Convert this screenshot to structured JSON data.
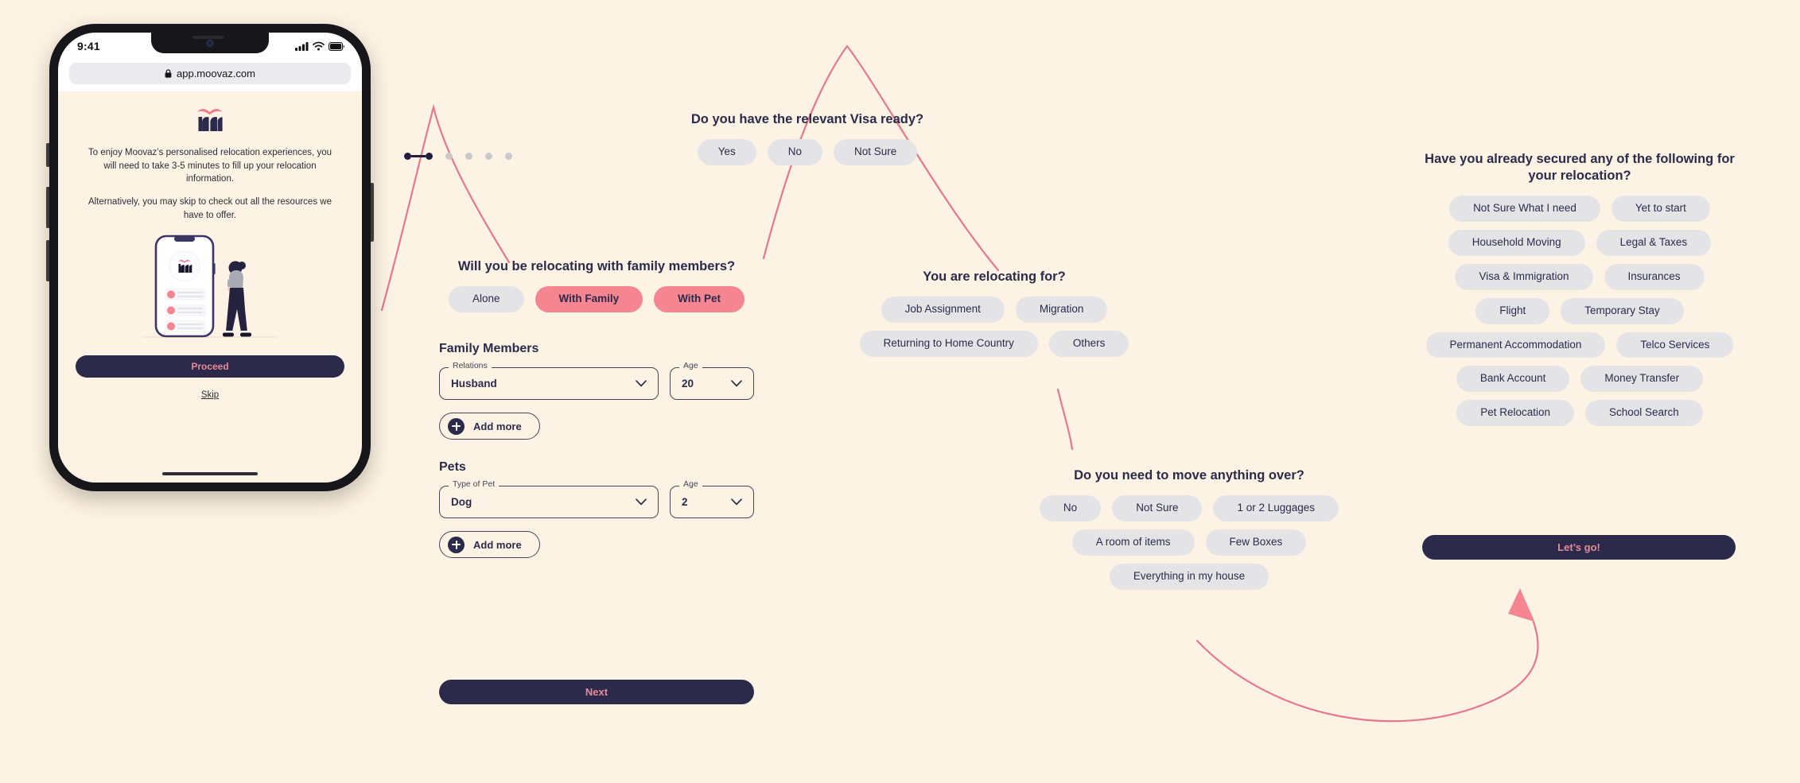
{
  "theme": {
    "background": "#FDF3E4",
    "navy": "#2C2A4A",
    "pink": "#F58691",
    "pink_text": "#E8899A",
    "chip_grey": "#E4E4E7",
    "curve_stroke": "#E8778A"
  },
  "phone": {
    "status": {
      "time": "9:41",
      "signal_icon": "cellular-bars-icon",
      "wifi_icon": "wifi-icon",
      "battery_icon": "battery-icon"
    },
    "browser": {
      "lock_icon": "lock-icon",
      "url": "app.moovaz.com"
    },
    "logo_alt": "moovaz-logo",
    "intro_paragraph_1": "To enjoy Moovaz’s personalised relocation experiences, you will need to take 3-5 minutes to fill up your relocation information.",
    "intro_paragraph_2": "Alternatively, you may skip to check out all the resources we have to offer.",
    "illustration_alt": "woman-with-phone-illustration",
    "proceed_label": "Proceed",
    "skip_label": "Skip"
  },
  "stepper": {
    "total": 6,
    "active_index": 1,
    "dots": [
      {
        "state": "active"
      },
      {
        "state": "active"
      },
      {
        "state": "inactive"
      },
      {
        "state": "inactive"
      },
      {
        "state": "inactive"
      },
      {
        "state": "inactive"
      }
    ]
  },
  "questions": {
    "visa": {
      "title": "Do you have the relevant Visa ready?",
      "options": [
        {
          "label": "Yes",
          "selected": false
        },
        {
          "label": "No",
          "selected": false
        },
        {
          "label": "Not Sure",
          "selected": false
        }
      ]
    },
    "family": {
      "title": "Will you be relocating with family members?",
      "options": [
        {
          "label": "Alone",
          "selected": false
        },
        {
          "label": "With Family",
          "selected": true
        },
        {
          "label": "With Pet",
          "selected": true
        }
      ]
    },
    "purpose": {
      "title": "You are relocating for?",
      "options": [
        {
          "label": "Job Assignment",
          "selected": false
        },
        {
          "label": "Migration",
          "selected": false
        },
        {
          "label": "Returning to Home Country",
          "selected": false
        },
        {
          "label": "Others",
          "selected": false
        }
      ]
    },
    "move": {
      "title": "Do you need to move anything over?",
      "options": [
        {
          "label": "No",
          "selected": false
        },
        {
          "label": "Not Sure",
          "selected": false
        },
        {
          "label": "1 or 2 Luggages",
          "selected": false
        },
        {
          "label": "A room of items",
          "selected": false
        },
        {
          "label": "Few Boxes",
          "selected": false
        },
        {
          "label": "Everything in my house",
          "selected": false
        }
      ]
    },
    "secured": {
      "title": "Have you already secured any of the following for your relocation?",
      "options": [
        {
          "label": "Not Sure What I need",
          "selected": false
        },
        {
          "label": "Yet to start",
          "selected": false
        },
        {
          "label": "Household Moving",
          "selected": false
        },
        {
          "label": "Legal & Taxes",
          "selected": false
        },
        {
          "label": "Visa & Immigration",
          "selected": false
        },
        {
          "label": "Insurances",
          "selected": false
        },
        {
          "label": "Flight",
          "selected": false
        },
        {
          "label": "Temporary Stay",
          "selected": false
        },
        {
          "label": "Permanent Accommodation",
          "selected": false
        },
        {
          "label": "Telco Services",
          "selected": false
        },
        {
          "label": "Bank Account",
          "selected": false
        },
        {
          "label": "Money Transfer",
          "selected": false
        },
        {
          "label": "Pet Relocation",
          "selected": false
        },
        {
          "label": "School Search",
          "selected": false
        }
      ]
    }
  },
  "family_form": {
    "section_title": "Family Members",
    "relation_field": {
      "legend": "Relations",
      "value": "Husband"
    },
    "age_field": {
      "legend": "Age",
      "value": "20"
    },
    "add_more_label": "Add more"
  },
  "pets_form": {
    "section_title": "Pets",
    "type_field": {
      "legend": "Type of Pet",
      "value": "Dog"
    },
    "age_field": {
      "legend": "Age",
      "value": "2"
    },
    "add_more_label": "Add more"
  },
  "actions": {
    "next_label": "Next",
    "lets_go_label": "Let’s go!"
  }
}
